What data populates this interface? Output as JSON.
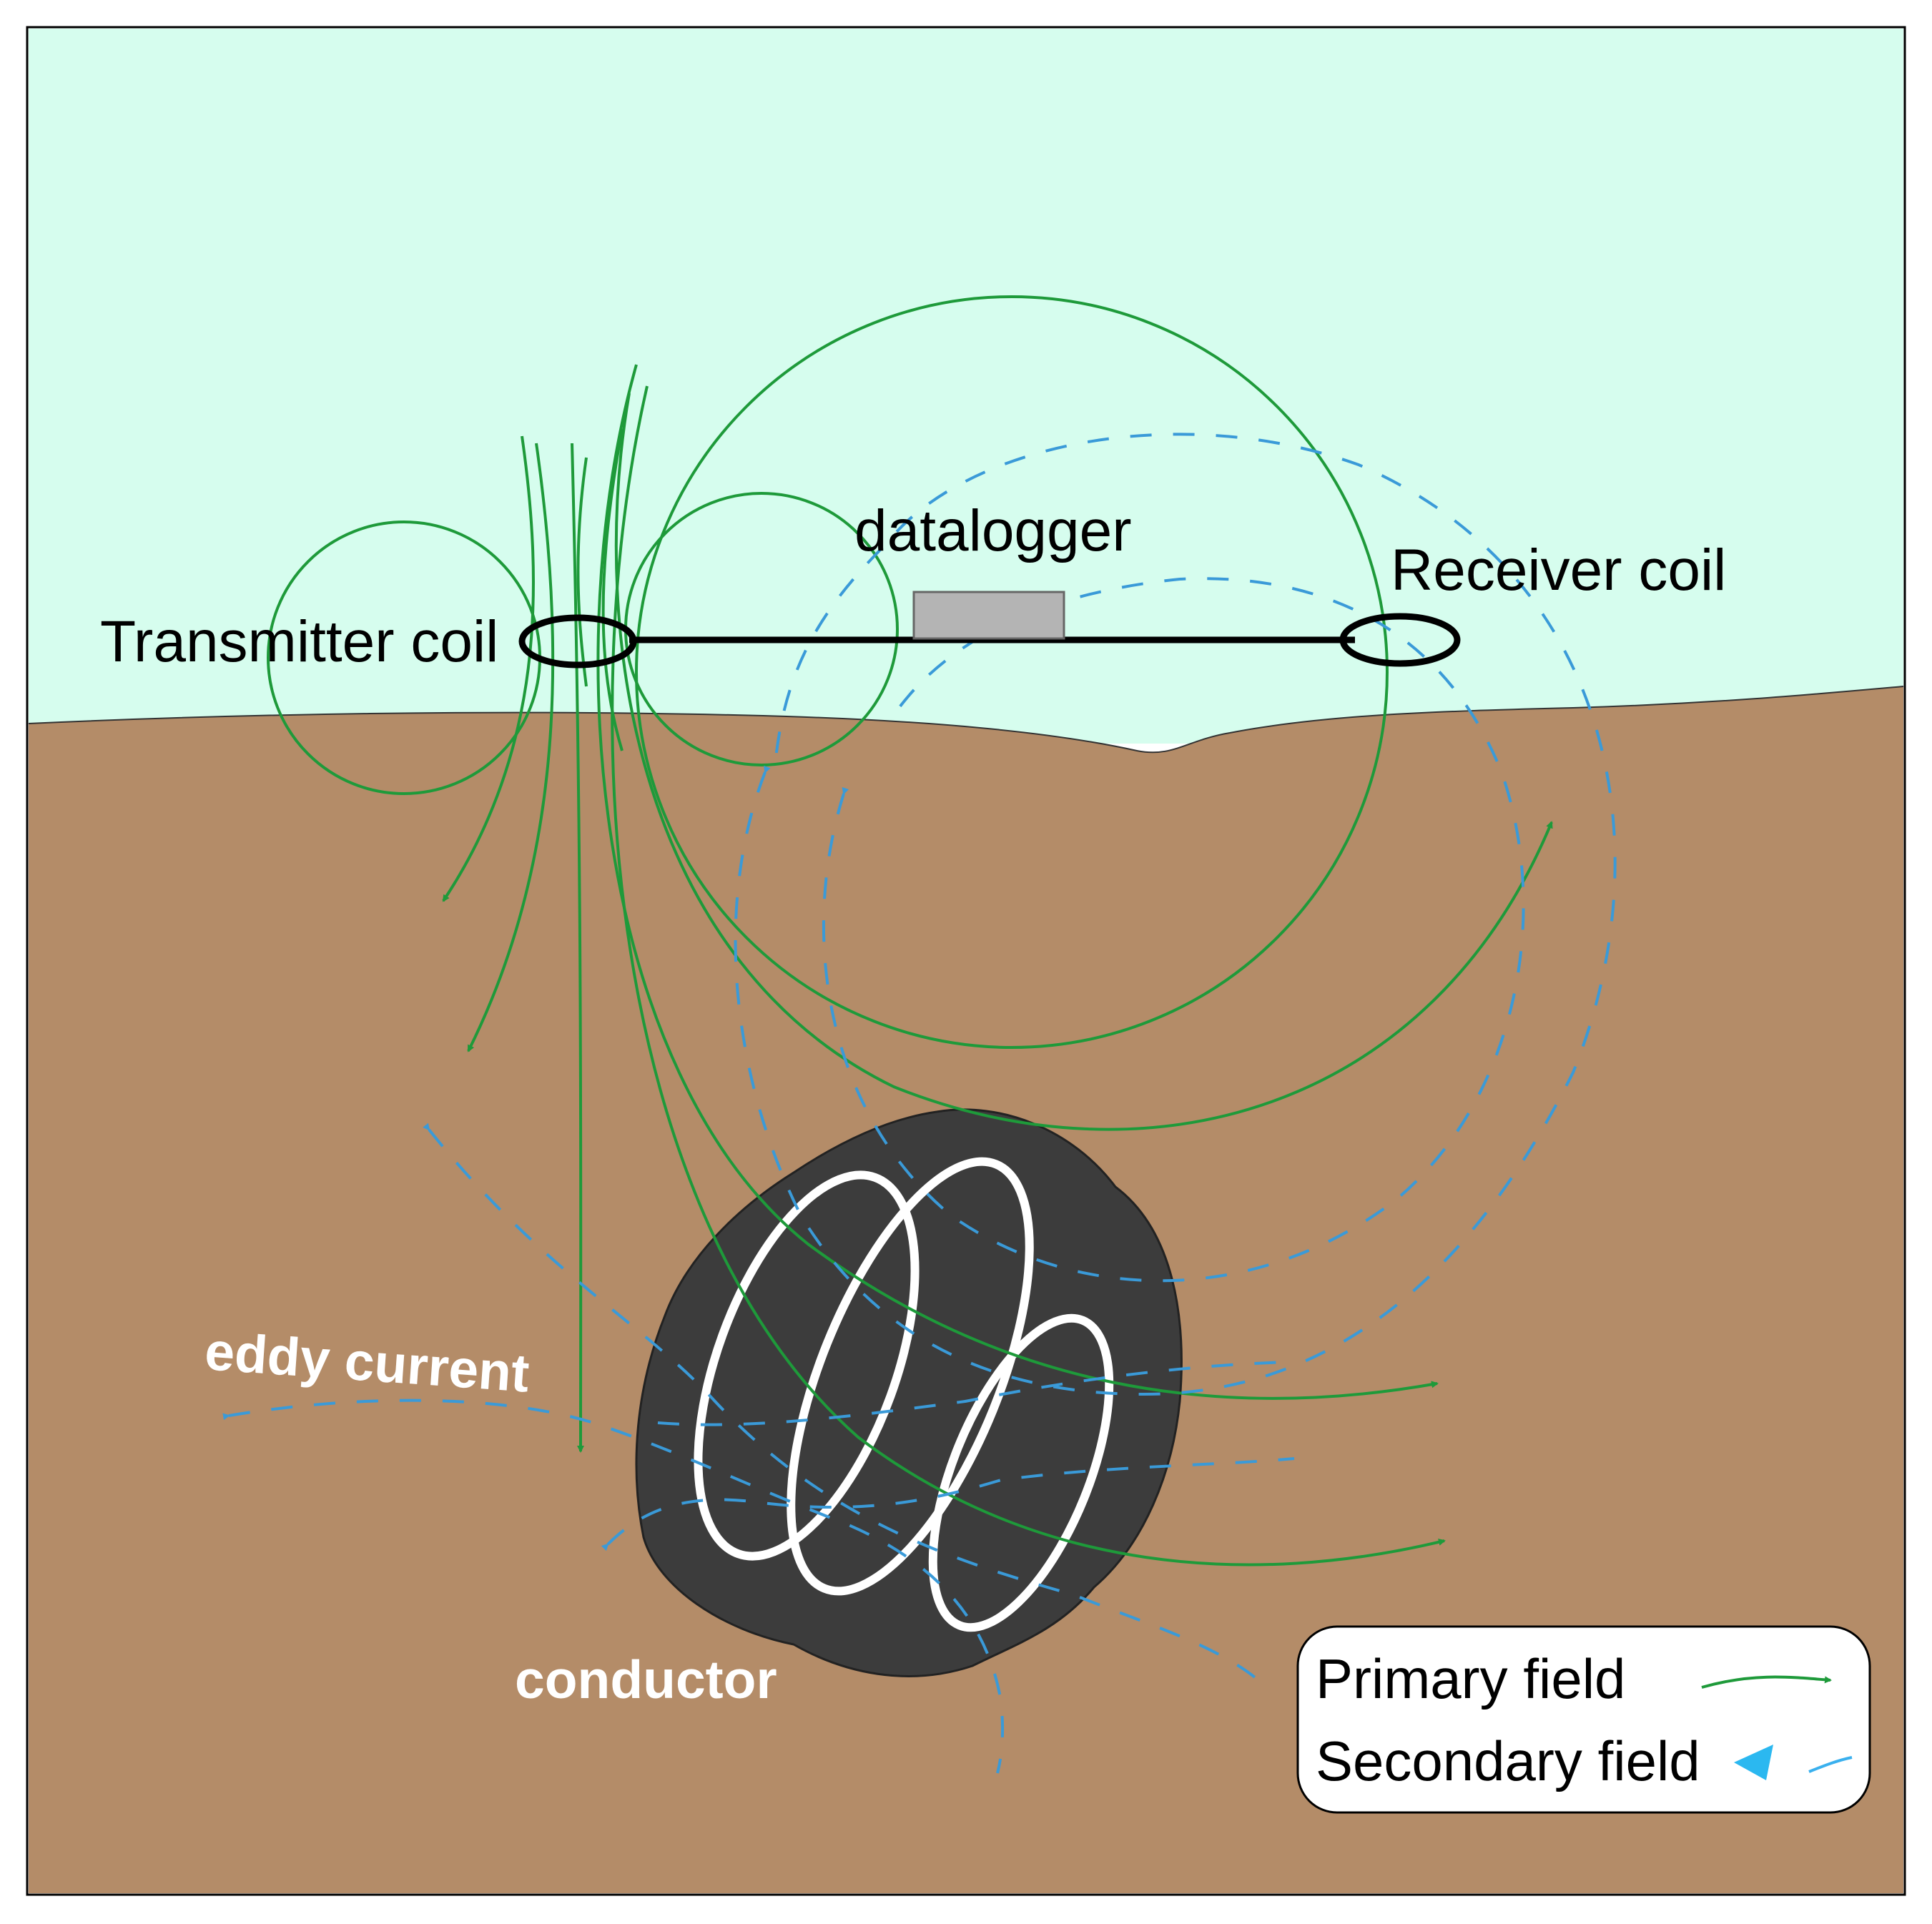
{
  "labels": {
    "transmitter": "Transmitter coil",
    "datalogger": "datalogger",
    "receiver": "Receiver coil",
    "eddy_current": "eddy current",
    "conductor": "conductor"
  },
  "legend": {
    "primary": "Primary field",
    "secondary": "Secondary field"
  },
  "colors": {
    "sky": "#d6fdee",
    "ground": "#b48c68",
    "conductor": "#3c3c3c",
    "primary_field": "#1e9a3a",
    "secondary_field": "#3a9ad8",
    "datalogger": "#b4b4b4"
  }
}
